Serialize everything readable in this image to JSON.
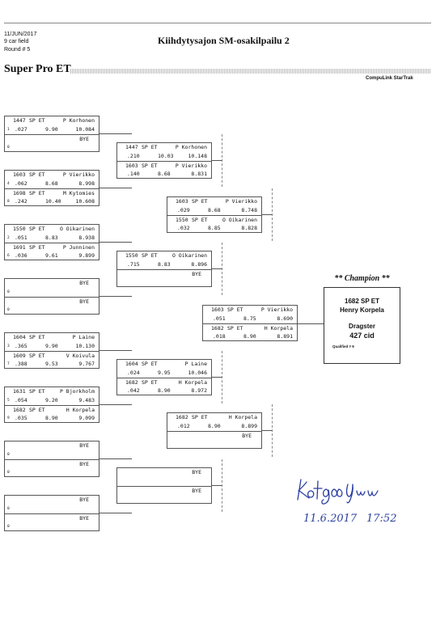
{
  "header": {
    "date": "11/JUN/2017",
    "car_field": "9 car field",
    "round": "Round # 5",
    "title": "Kiihdytysajon SM-osakilpailu 2",
    "class_name": "Super Pro ET",
    "brand": "CompuLink StarTrak"
  },
  "round1": [
    {
      "top": {
        "num": "1447",
        "cls": "SP ET",
        "driver": "P Korhonen",
        "lane": "1",
        "rt": ".027",
        "et": "9.90",
        "speed": "10.084"
      },
      "bottom": {
        "bye": "BYE",
        "lane": "0"
      }
    },
    {
      "top": {
        "num": "1603",
        "cls": "SP ET",
        "driver": "P Vierikko",
        "lane": "4",
        "rt": ".062",
        "et": "8.68",
        "speed": "8.998"
      },
      "bottom": {
        "num": "1698",
        "cls": "SP ET",
        "driver": "M Kytomies",
        "lane": "8",
        "rt": ".242",
        "et": "10.40",
        "speed": "10.608"
      }
    },
    {
      "top": {
        "num": "1550",
        "cls": "SP ET",
        "driver": "O Oikarinen",
        "lane": "2",
        "rt": ".051",
        "et": "8.83",
        "speed": "8.938"
      },
      "bottom": {
        "num": "1691",
        "cls": "SP ET",
        "driver": "P Junninen",
        "lane": "6",
        "rt": ".036",
        "et": "9.61",
        "speed": "9.899"
      }
    },
    {
      "top": {
        "bye": "BYE",
        "lane": "0"
      },
      "bottom": {
        "bye": "BYE",
        "lane": "0"
      }
    },
    {
      "top": {
        "num": "1604",
        "cls": "SP ET",
        "driver": "P Laine",
        "lane": "3",
        "rt": ".365",
        "et": "9.90",
        "speed": "10.130"
      },
      "bottom": {
        "num": "1609",
        "cls": "SP ET",
        "driver": "V Koivula",
        "lane": "7",
        "rt": ".388",
        "et": "9.53",
        "speed": "9.767"
      }
    },
    {
      "top": {
        "num": "1631",
        "cls": "SP ET",
        "driver": "P Bjorkholm",
        "lane": "5",
        "rt": ".054",
        "et": "9.20",
        "speed": "9.483"
      },
      "bottom": {
        "num": "1682",
        "cls": "SP ET",
        "driver": "H Korpela",
        "lane": "9",
        "rt": ".035",
        "et": "8.90",
        "speed": "9.099"
      }
    },
    {
      "top": {
        "bye": "BYE",
        "lane": "0"
      },
      "bottom": {
        "bye": "BYE",
        "lane": "0"
      }
    },
    {
      "top": {
        "bye": "BYE",
        "lane": "0"
      },
      "bottom": {
        "bye": "BYE",
        "lane": "0"
      }
    }
  ],
  "round2": [
    {
      "top": {
        "num": "1447",
        "cls": "SP ET",
        "driver": "P Korhonen",
        "rt": ".210",
        "et": "10.03",
        "speed": "10.148"
      },
      "bottom": {
        "num": "1603",
        "cls": "SP ET",
        "driver": "P Vierikko",
        "rt": ".140",
        "et": "8.68",
        "speed": "8.831"
      }
    },
    {
      "top": {
        "num": "1550",
        "cls": "SP ET",
        "driver": "O Oikarinen",
        "rt": ".715",
        "et": "8.83",
        "speed": "8.896"
      },
      "bottom": {
        "bye": "BYE"
      }
    },
    {
      "top": {
        "num": "1604",
        "cls": "SP ET",
        "driver": "P Laine",
        "rt": ".024",
        "et": "9.95",
        "speed": "10.046"
      },
      "bottom": {
        "num": "1682",
        "cls": "SP ET",
        "driver": "H Korpela",
        "rt": ".042",
        "et": "8.90",
        "speed": "8.972"
      }
    },
    {
      "top": {
        "bye": "BYE"
      },
      "bottom": {
        "bye": "BYE"
      }
    }
  ],
  "round3": [
    {
      "top": {
        "num": "1603",
        "cls": "SP ET",
        "driver": "P Vierikko",
        "rt": ".029",
        "et": "8.68",
        "speed": "8.748"
      },
      "bottom": {
        "num": "1550",
        "cls": "SP ET",
        "driver": "O Oikarinen",
        "rt": ".032",
        "et": "8.85",
        "speed": "8.828"
      }
    },
    {
      "top": {
        "num": "1682",
        "cls": "SP ET",
        "driver": "H Korpela",
        "rt": ".012",
        "et": "8.90",
        "speed": "8.899"
      },
      "bottom": {
        "bye": "BYE"
      }
    }
  ],
  "final": {
    "top": {
      "num": "1603",
      "cls": "SP ET",
      "driver": "P Vierikko",
      "rt": ".051",
      "et": "8.75",
      "speed": "8.690"
    },
    "bottom": {
      "num": "1682",
      "cls": "SP ET",
      "driver": "H Korpela",
      "rt": ".018",
      "et": "8.90",
      "speed": "8.891"
    }
  },
  "champion": {
    "title": "** Champion **",
    "car": "1682  SP ET",
    "driver": "Henry Korpela",
    "car_type": "Dragster",
    "engine": "427 cid",
    "qualified": "Qualified # 9"
  },
  "signature": {
    "date_text": "11.6.2017",
    "time_text": "17:52"
  }
}
